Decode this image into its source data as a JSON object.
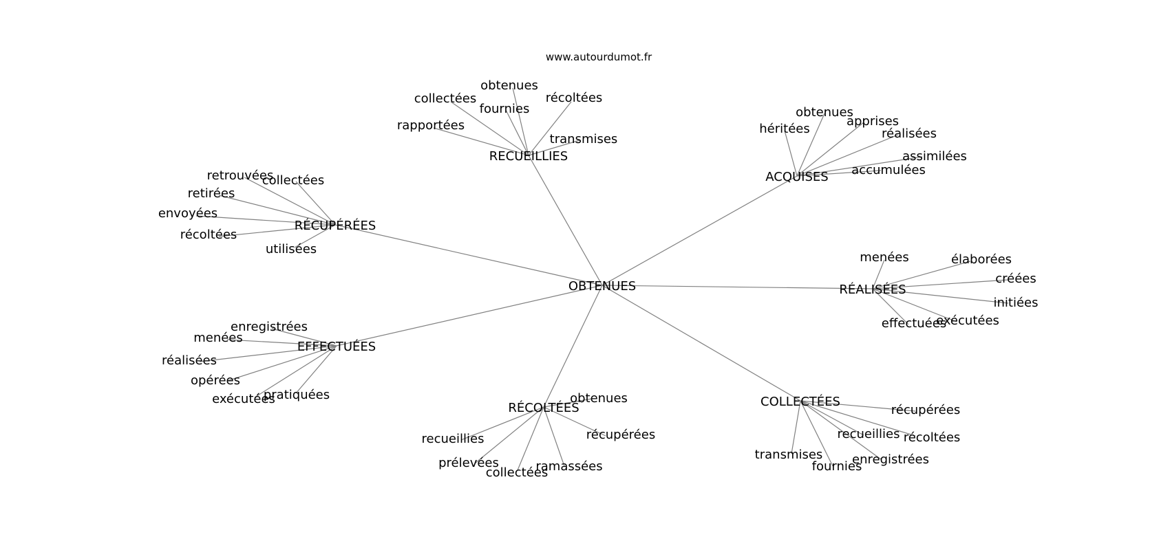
{
  "source": "www.autourdumot.fr",
  "center": "OBTENUES",
  "clusters": [
    {
      "label": "RECUEILLIES",
      "leaves": [
        "obtenues",
        "collectées",
        "récoltées",
        "fournies",
        "rapportées",
        "transmises"
      ]
    },
    {
      "label": "ACQUISES",
      "leaves": [
        "obtenues",
        "apprises",
        "héritées",
        "réalisées",
        "assimilées",
        "accumulées"
      ]
    },
    {
      "label": "RÉCUPÉRÉES",
      "leaves": [
        "retrouvées",
        "collectées",
        "retirées",
        "envoyées",
        "récoltées",
        "utilisées"
      ]
    },
    {
      "label": "RÉALISÉES",
      "leaves": [
        "menées",
        "élaborées",
        "créées",
        "initiées",
        "exécutées",
        "effectuées"
      ]
    },
    {
      "label": "EFFECTUÉES",
      "leaves": [
        "enregistrées",
        "menées",
        "réalisées",
        "opérées",
        "exécutées",
        "pratiquées"
      ]
    },
    {
      "label": "RÉCOLTÉES",
      "leaves": [
        "obtenues",
        "recueillies",
        "récupérées",
        "prélevées",
        "ramassées",
        "collectées"
      ]
    },
    {
      "label": "COLLECTÉES",
      "leaves": [
        "récupérées",
        "recueillies",
        "récoltées",
        "transmises",
        "enregistrées",
        "fournies"
      ]
    }
  ]
}
